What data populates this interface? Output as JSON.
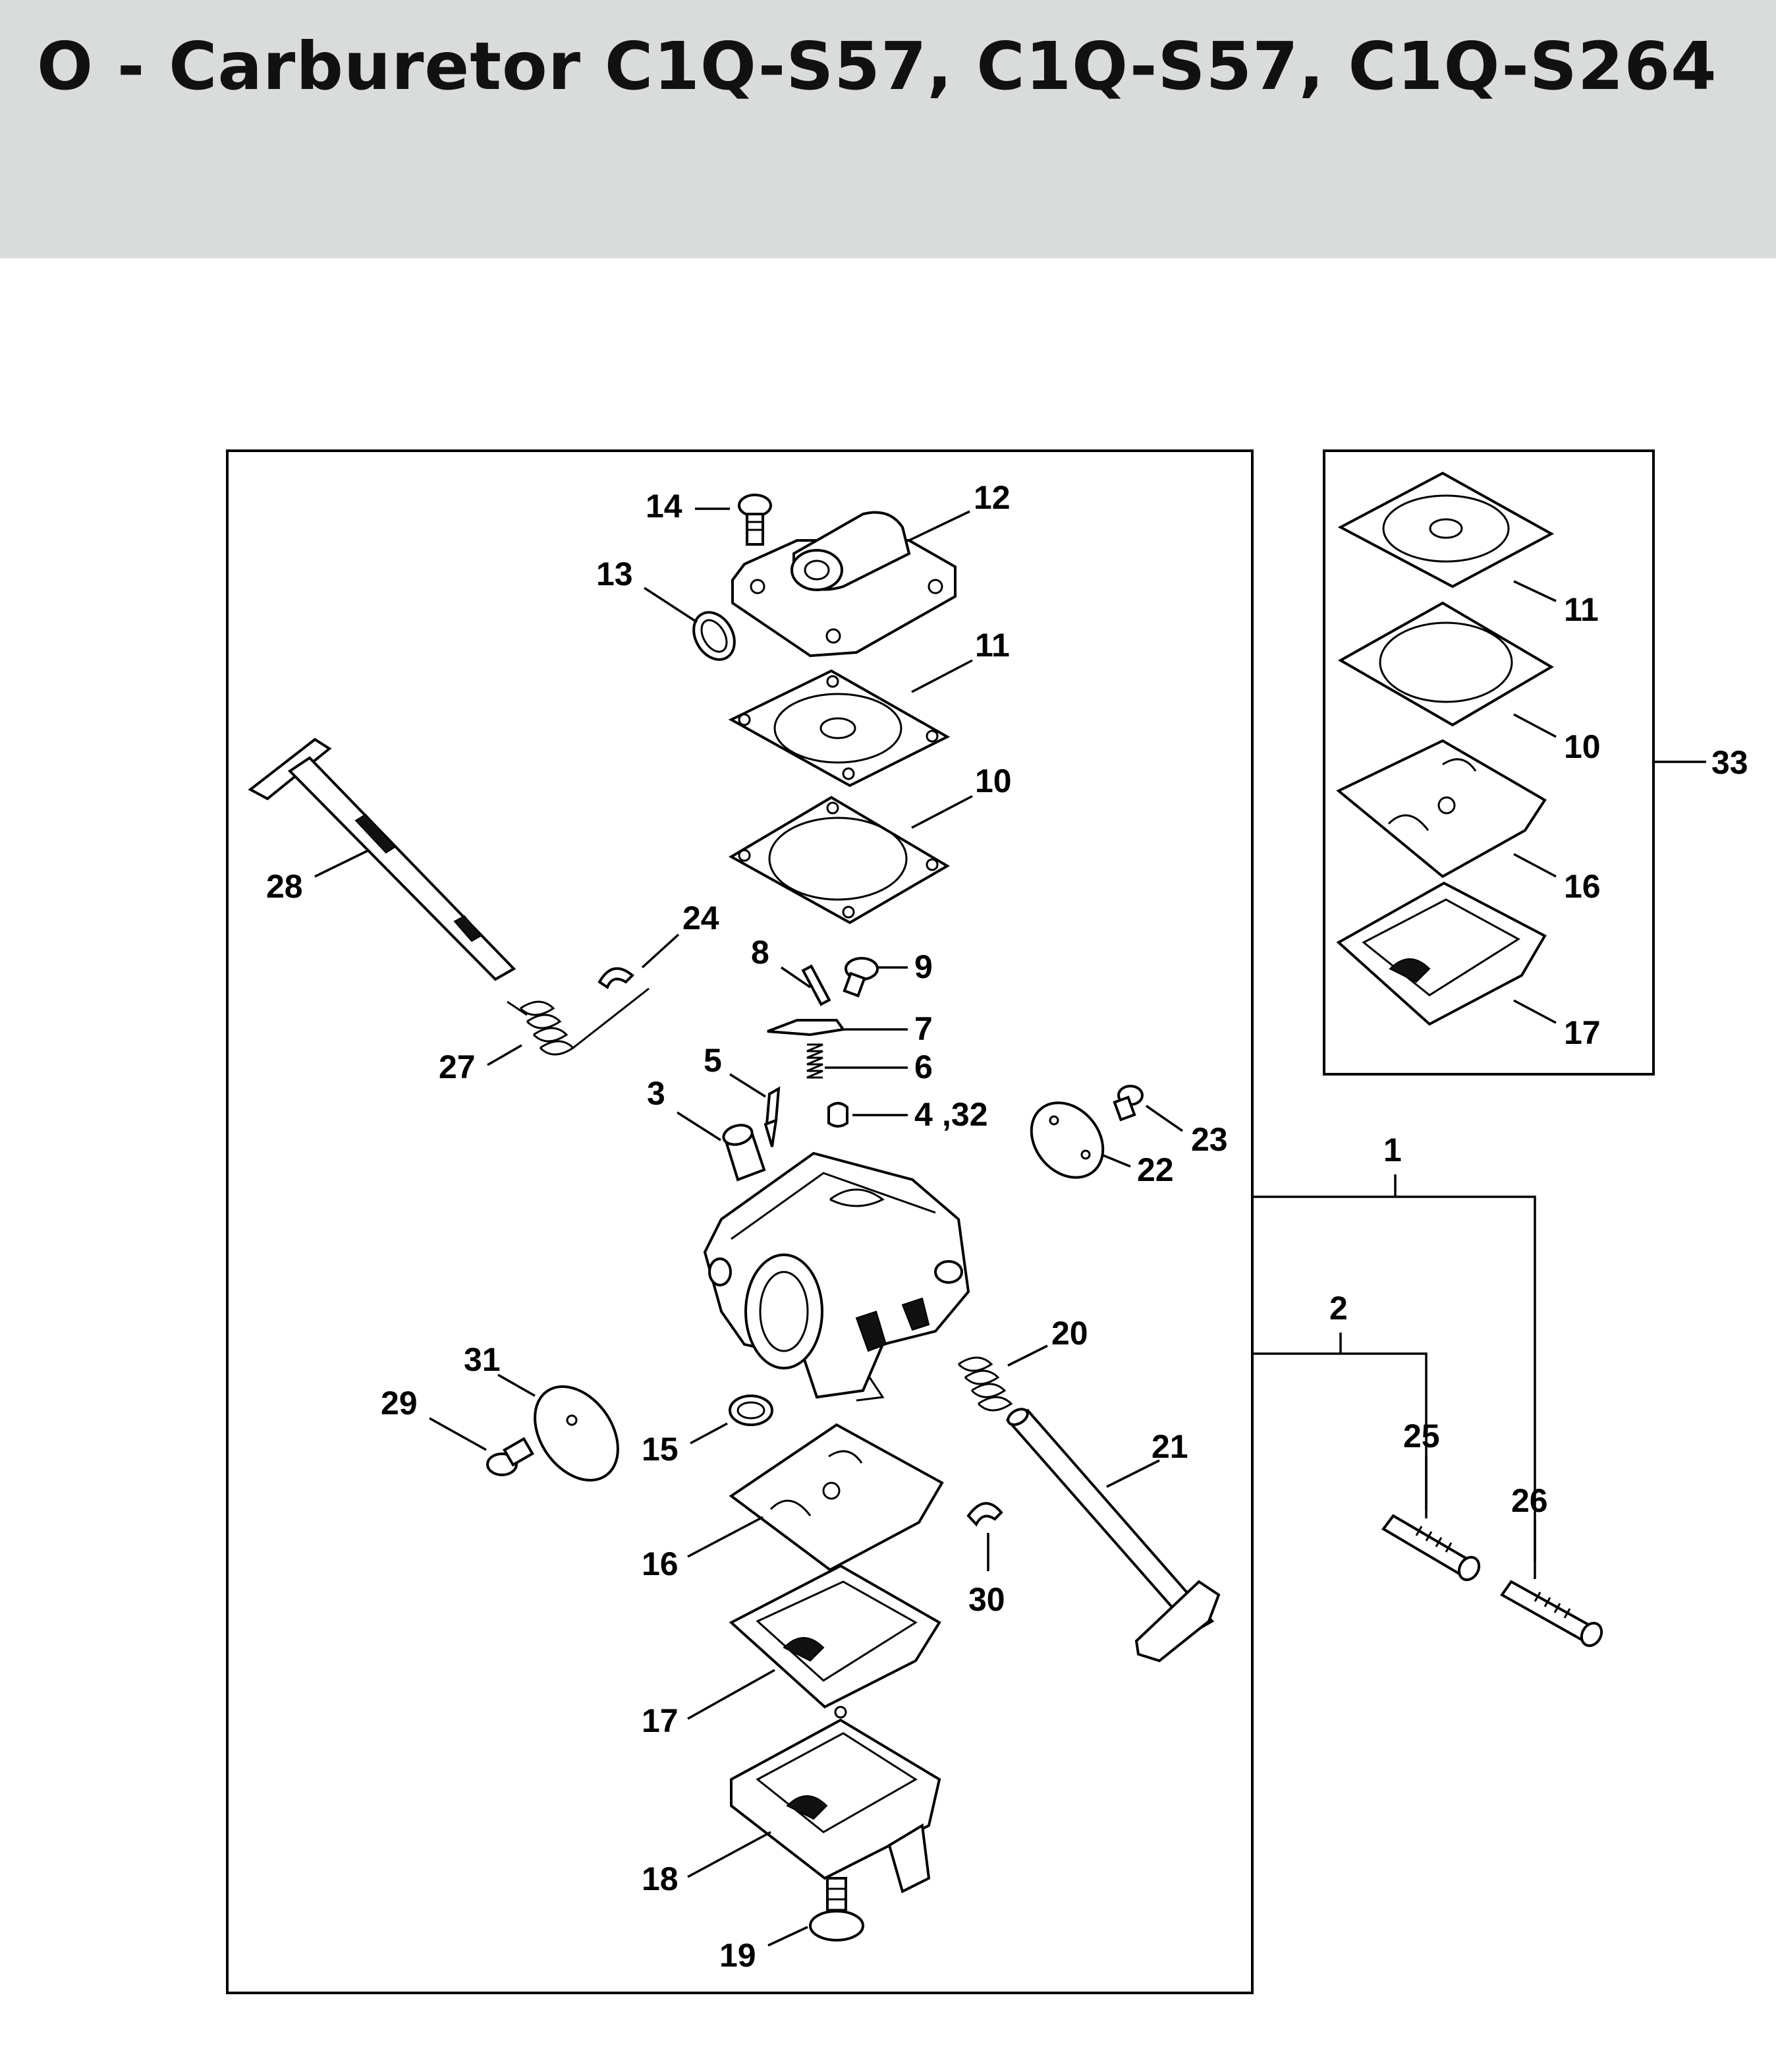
{
  "page": {
    "title": "O - Carburetor C1Q-S57, C1Q-S57, C1Q-S264"
  },
  "callouts": {
    "c1": "1",
    "c2": "2",
    "c3": "3",
    "c4": "4",
    "c4b": ",32",
    "c5": "5",
    "c6": "6",
    "c7": "7",
    "c8": "8",
    "c9": "9",
    "c10": "10",
    "c11": "11",
    "c12": "12",
    "c13": "13",
    "c14": "14",
    "c15": "15",
    "c16": "16",
    "c17": "17",
    "c18": "18",
    "c19": "19",
    "c20": "20",
    "c21": "21",
    "c22": "22",
    "c23": "23",
    "c24": "24",
    "c25": "25",
    "c26": "26",
    "c27": "27",
    "c28": "28",
    "c29": "29",
    "c30": "30",
    "c31": "31",
    "k11": "11",
    "k10": "10",
    "k16": "16",
    "k17": "17",
    "k33": "33"
  },
  "colors": {
    "header_bg": "#dadcdb",
    "title_text": "#111111",
    "line": "#000000"
  }
}
